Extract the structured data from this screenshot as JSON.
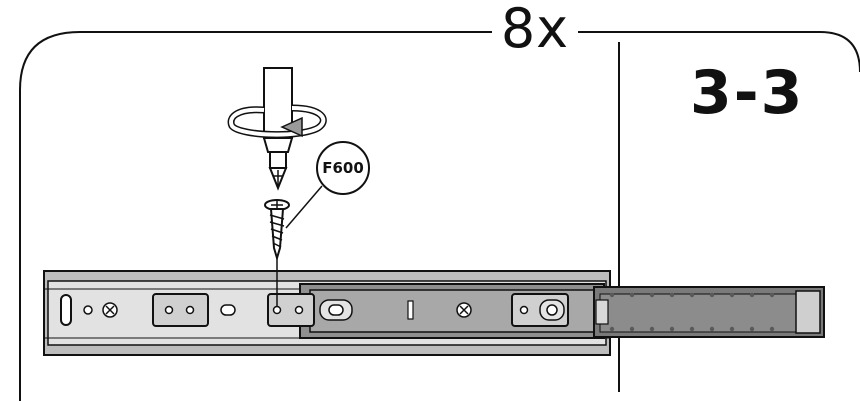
{
  "quantity_label": "8x",
  "step_label": "3-3",
  "part_code": "F600",
  "colors": {
    "line": "#111111",
    "rail_gray": "#b9b9b9",
    "rail_dark": "#8e8e8e",
    "background": "#ffffff"
  },
  "icons": [
    "screwdriver-icon",
    "rotation-arrow-icon",
    "screw-icon"
  ]
}
